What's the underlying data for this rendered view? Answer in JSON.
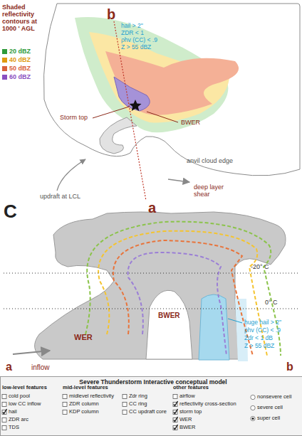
{
  "diagram": {
    "nodes": [
      {
        "text": [
          "Severe Thunderstorm Interactive conceptual model"
        ]
      }
    ],
    "labels": [
      "Shaded reflectivity contours at 1000 ' AGL",
      "b",
      "hail > 2\"",
      "ZDR < 1",
      "ρhv (CC) < .9",
      "Z > 55 dBZ",
      "Storm top",
      "BWER",
      "anvil cloud edge",
      "deep layer shear",
      "updraft at LCL",
      "a",
      "C",
      "-20° C",
      "0° C",
      "BWER",
      "WER",
      "huge hail > 2\"",
      "ρhv (CC) < .9",
      "Zdr < 1 dB",
      "Z > 55 dBZ",
      "a",
      "inflow",
      "b",
      "low-level features",
      "mid-level features",
      "other features",
      "cold pool",
      "low CC inflow",
      "hail",
      "ZDR arc",
      "TDS",
      "midlevel reflectivity",
      "ZDR column",
      "KDP column",
      "Zdr ring",
      "CC ring",
      "CC updraft core",
      "airflow",
      "reflectivity cross-section",
      "storm top",
      "WER",
      "BWER",
      "nonsevere cell",
      "severe cell",
      "super cell"
    ],
    "legend": [
      {
        "text": "20 dBZ",
        "color": "#2e9a3a"
      },
      {
        "text": "40 dBZ",
        "color": "#e09a10"
      },
      {
        "text": "50 dBZ",
        "color": "#d9603a"
      },
      {
        "text": "60 dBZ",
        "color": "#8a4fc0"
      }
    ]
  }
}
